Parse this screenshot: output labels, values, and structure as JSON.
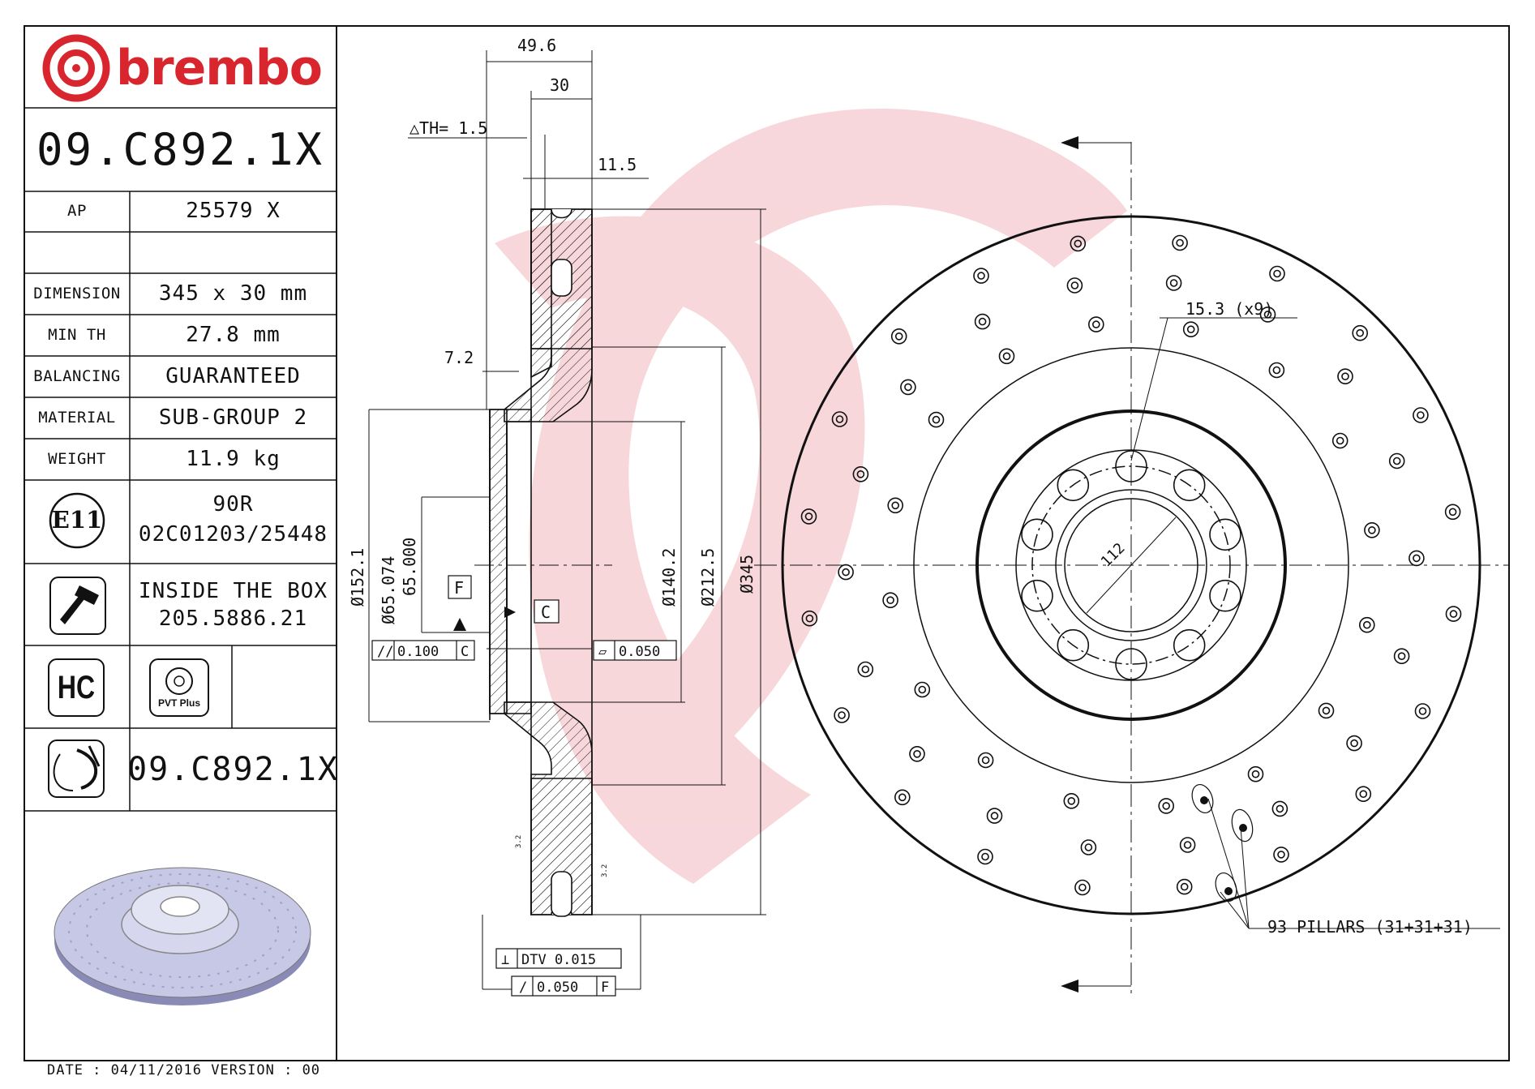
{
  "brand": {
    "name": "brembo",
    "color": "#d9262e"
  },
  "part_number": "09.C892.1X",
  "specs": [
    {
      "label": "AP",
      "value": "25579 X"
    },
    {
      "label": "",
      "value": ""
    },
    {
      "label": "DIMENSION",
      "value": "345 x 30 mm"
    },
    {
      "label": "MIN TH",
      "value": "27.8 mm"
    },
    {
      "label": "BALANCING",
      "value": "GUARANTEED"
    },
    {
      "label": "MATERIAL",
      "value": "SUB-GROUP 2"
    },
    {
      "label": "WEIGHT",
      "value": "11.9 kg"
    }
  ],
  "approval": {
    "mark": "E11",
    "line1": "90R",
    "line2": "02C01203/25448"
  },
  "box": {
    "line1": "INSIDE THE BOX",
    "line2": "205.5886.21"
  },
  "badges": {
    "hc": "HC",
    "pvt": "PVT Plus"
  },
  "bottom_part_number": "09.C892.1X",
  "footer": "DATE : 04/11/2016 VERSION : 00",
  "dims": {
    "width_total": "49.6",
    "thickness": "30",
    "th_tol": "△TH= 1.5",
    "flange": "11.5",
    "offset": "7.2",
    "d152": "Ø152.1",
    "d65a": "Ø65.074",
    "d65b": "65.000",
    "d140": "Ø140.2",
    "d212": "Ø212.5",
    "d345": "Ø345",
    "datum_f": "F",
    "datum_c": "C",
    "tol_par": "0.100",
    "tol_par_ref": "C",
    "tol_flat": "0.050",
    "dtv": "DTV 0.015",
    "runout": "0.050",
    "runout_ref": "F",
    "rough": "3.2",
    "holes": "15.3 (x9)",
    "pcd": "112",
    "pillars": "93 PILLARS (31+31+31)"
  },
  "colors": {
    "watermark": "#f3c8cb",
    "line": "#111111"
  }
}
